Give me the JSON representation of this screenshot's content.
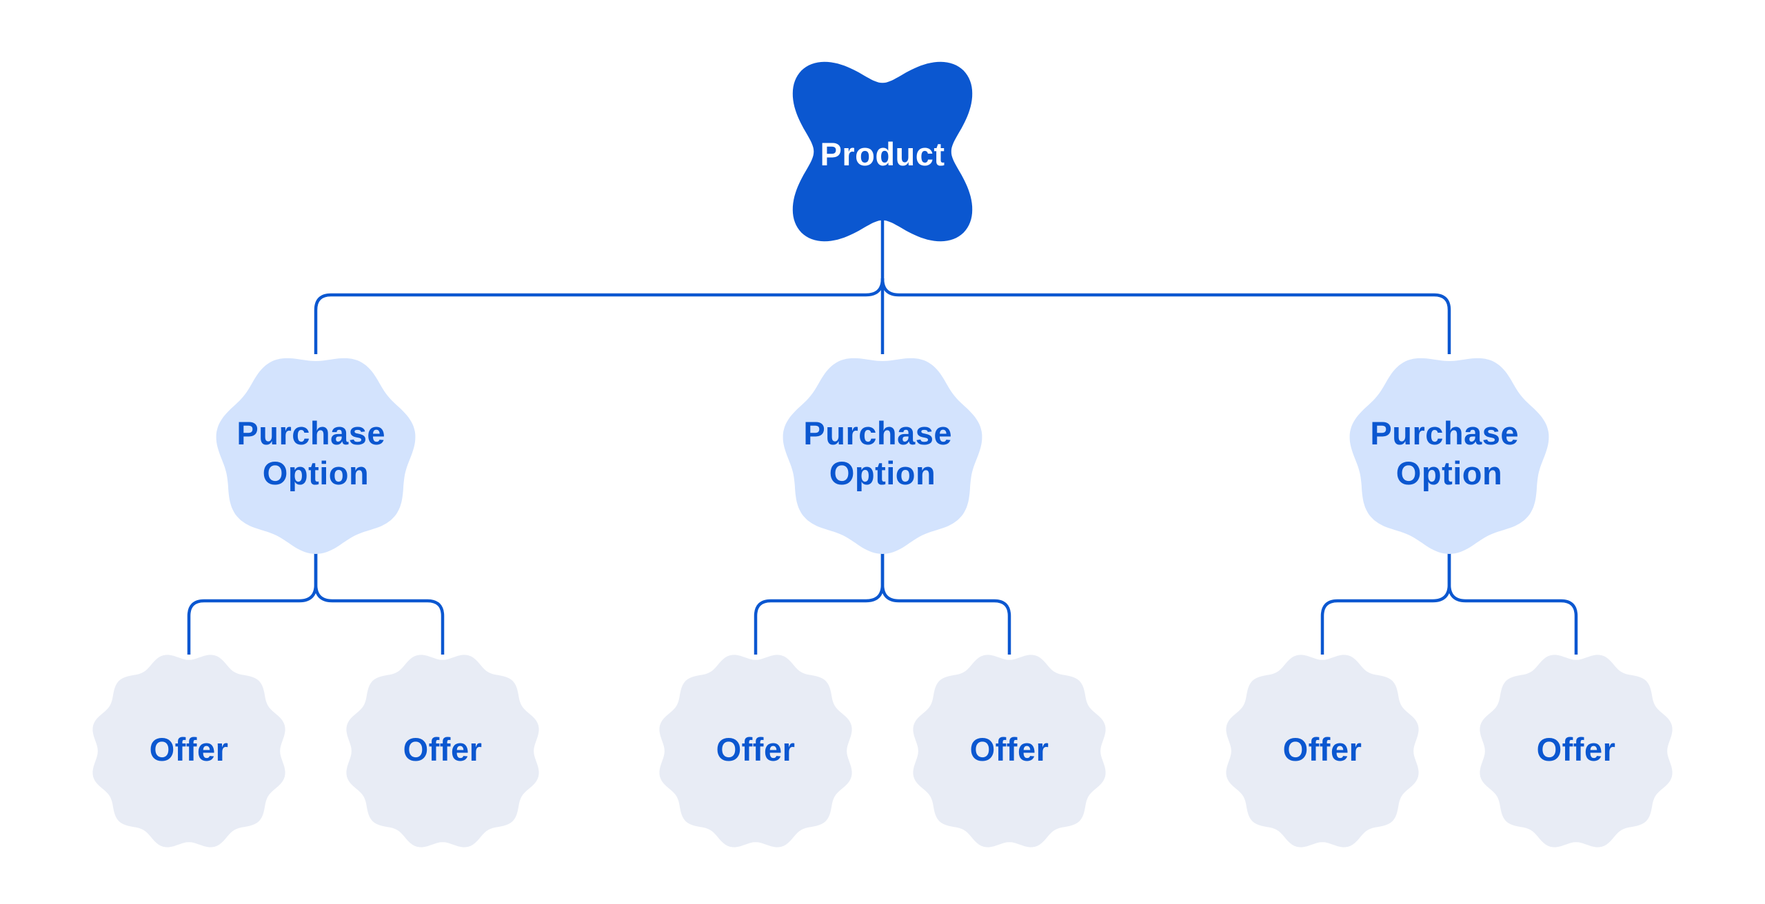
{
  "diagram": {
    "root": {
      "label": "Product"
    },
    "groups": [
      {
        "option": {
          "line1": "Purchase",
          "line2": "Option"
        },
        "offers": [
          {
            "label": "Offer"
          },
          {
            "label": "Offer"
          }
        ]
      },
      {
        "option": {
          "line1": "Purchase",
          "line2": "Option"
        },
        "offers": [
          {
            "label": "Offer"
          },
          {
            "label": "Offer"
          }
        ]
      },
      {
        "option": {
          "line1": "Purchase",
          "line2": "Option"
        },
        "offers": [
          {
            "label": "Offer"
          },
          {
            "label": "Offer"
          }
        ]
      }
    ],
    "colors": {
      "root_fill": "#0B57D0",
      "option_fill": "#D3E3FD",
      "offer_fill": "#E8ECF5",
      "line": "#0B57D0",
      "root_text": "#FFFFFF",
      "node_text": "#0B57D0",
      "background": "#FFFFFF"
    }
  }
}
